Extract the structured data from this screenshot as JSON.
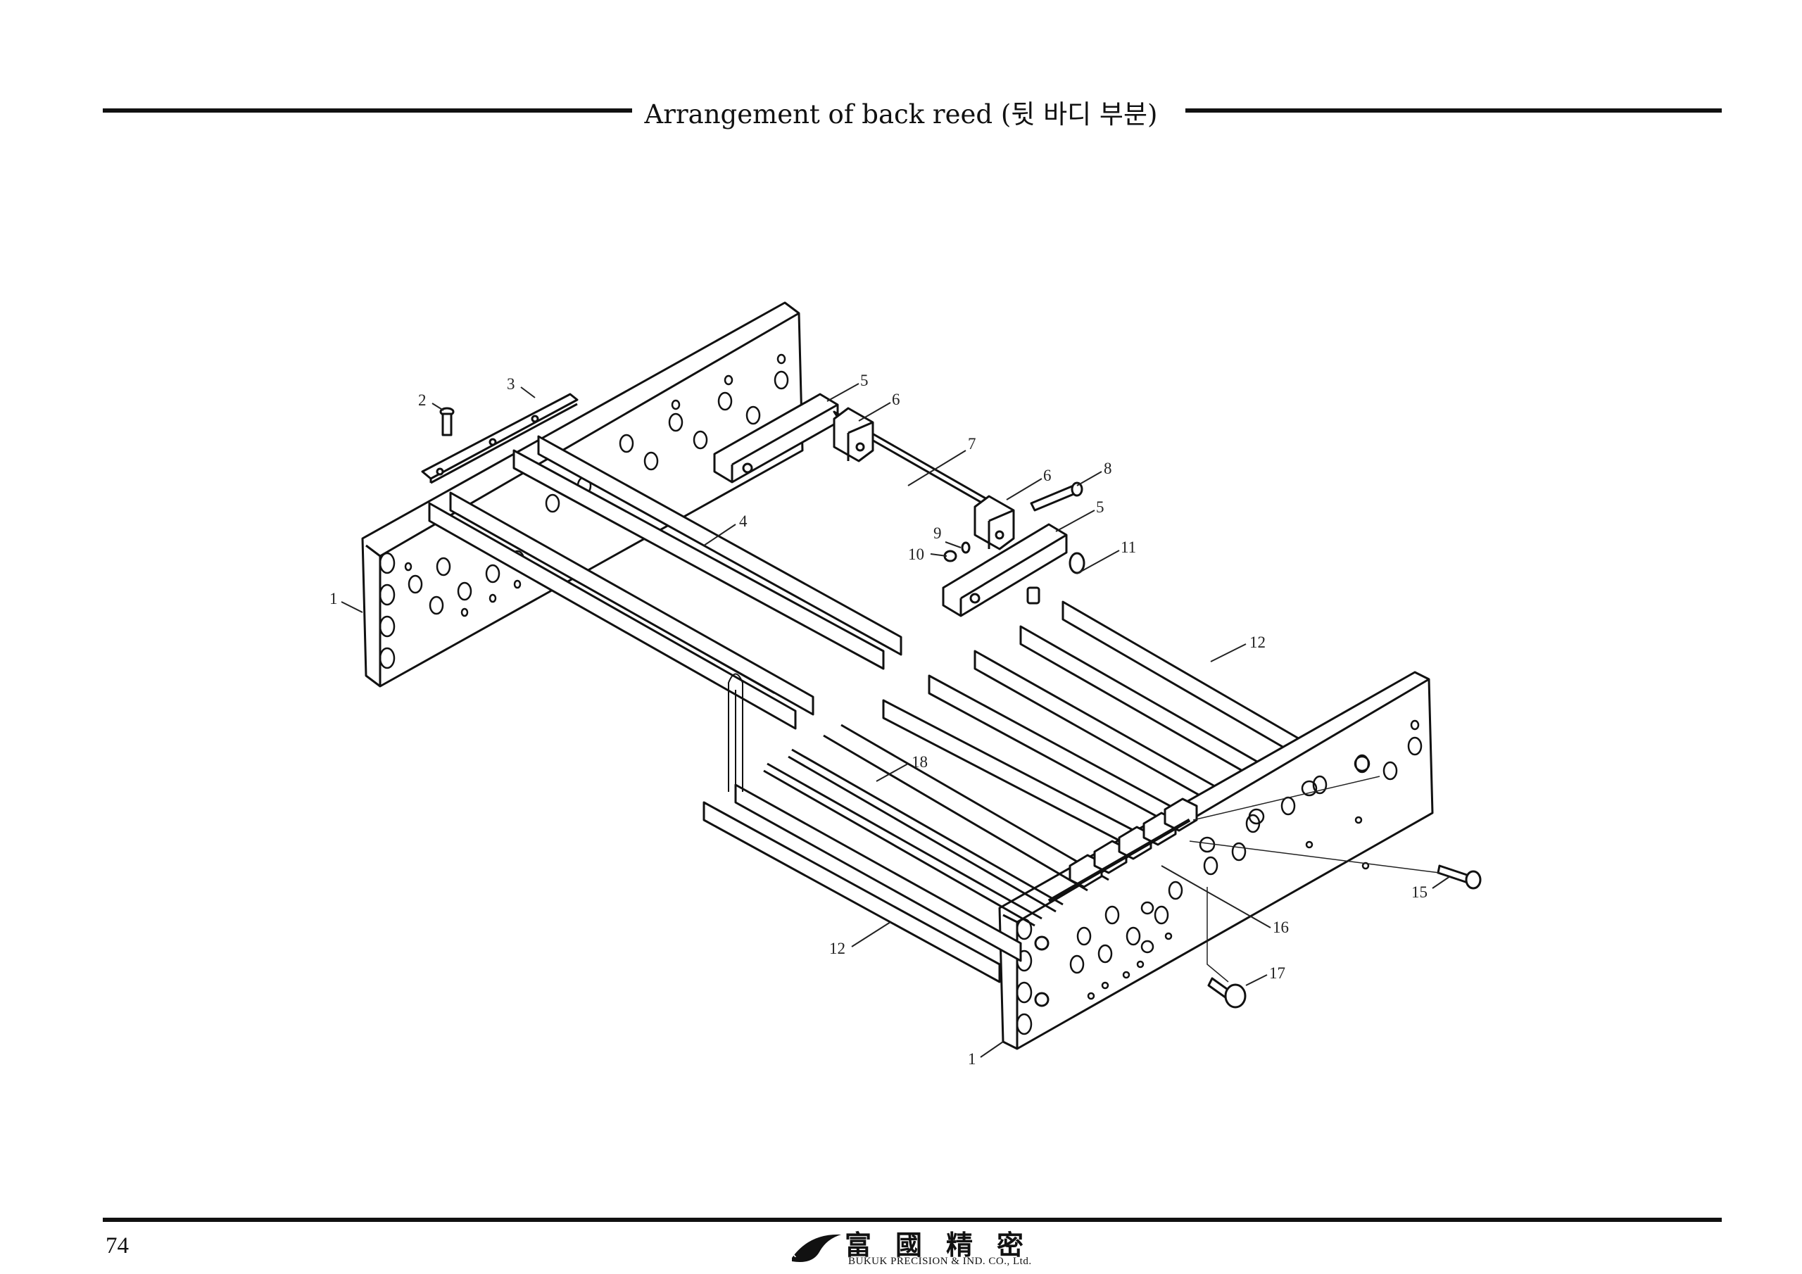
{
  "header": {
    "title": "Arrangement of back reed (뒷 바디 부분)"
  },
  "diagram": {
    "callouts": [
      "1",
      "2",
      "3",
      "4",
      "5",
      "6",
      "7",
      "6",
      "8",
      "5",
      "9",
      "10",
      "11",
      "12",
      "18",
      "12",
      "15",
      "16",
      "17",
      "1"
    ]
  },
  "footer": {
    "page_number": "74",
    "logo_mark": "BK",
    "logo_hanja": "富國精密",
    "company_name": "BUKUK PRECISION & IND. CO., Ltd."
  }
}
